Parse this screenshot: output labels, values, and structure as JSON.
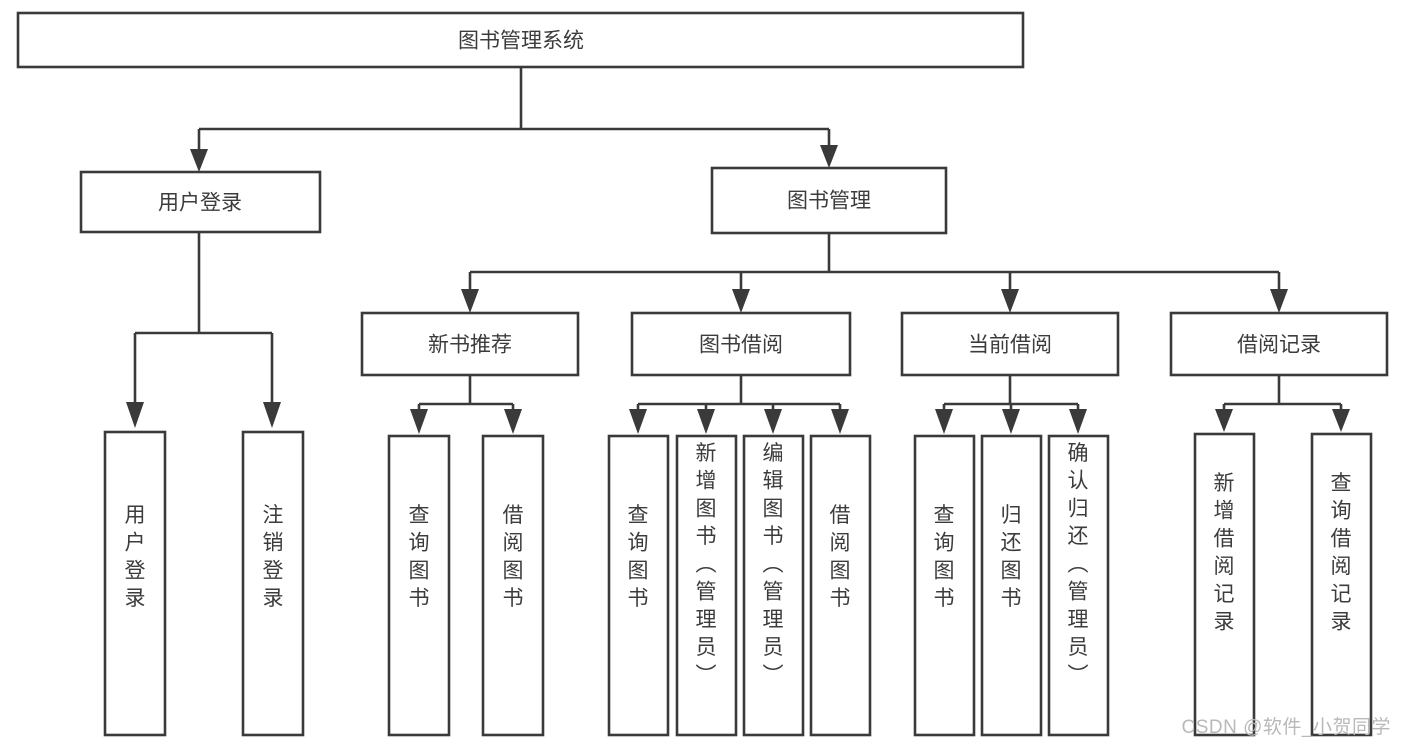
{
  "diagram": {
    "type": "tree-hierarchy-flowchart",
    "title": "图书管理系统",
    "watermark": "CSDN @软件_小贺同学",
    "colors": {
      "stroke": "#3a3a3a",
      "box_fill": "#ffffff",
      "text": "#3c3c3c",
      "background": "#ffffff",
      "watermark": "#b9b9b9"
    },
    "levels": {
      "root": {
        "label": "图书管理系统"
      },
      "level2": [
        {
          "id": "user-login",
          "label": "用户登录"
        },
        {
          "id": "book-management",
          "label": "图书管理"
        }
      ],
      "level3": [
        {
          "id": "new-book-recommend",
          "label": "新书推荐",
          "parent": "book-management"
        },
        {
          "id": "book-borrow",
          "label": "图书借阅",
          "parent": "book-management"
        },
        {
          "id": "current-borrow",
          "label": "当前借阅",
          "parent": "book-management"
        },
        {
          "id": "borrow-record",
          "label": "借阅记录",
          "parent": "book-management"
        }
      ],
      "leaves": [
        {
          "id": "leaf-user-login",
          "label": "用户登录",
          "parent": "user-login"
        },
        {
          "id": "leaf-logout-login",
          "label": "注销登录",
          "parent": "user-login"
        },
        {
          "id": "leaf-query-book-1",
          "label": "查询图书",
          "parent": "new-book-recommend"
        },
        {
          "id": "leaf-borrow-book-1",
          "label": "借阅图书",
          "parent": "new-book-recommend"
        },
        {
          "id": "leaf-query-book-2",
          "label": "查询图书",
          "parent": "book-borrow"
        },
        {
          "id": "leaf-add-book",
          "label": "新增图书（管理员）",
          "parent": "book-borrow"
        },
        {
          "id": "leaf-edit-book",
          "label": "编辑图书（管理员）",
          "parent": "book-borrow"
        },
        {
          "id": "leaf-borrow-book-2",
          "label": "借阅图书",
          "parent": "book-borrow"
        },
        {
          "id": "leaf-query-book-3",
          "label": "查询图书",
          "parent": "current-borrow"
        },
        {
          "id": "leaf-return-book",
          "label": "归还图书",
          "parent": "current-borrow"
        },
        {
          "id": "leaf-confirm-return",
          "label": "确认归还（管理员）",
          "parent": "current-borrow"
        },
        {
          "id": "leaf-add-record",
          "label": "新增借阅记录",
          "parent": "borrow-record"
        },
        {
          "id": "leaf-query-record",
          "label": "查询借阅记录",
          "parent": "borrow-record"
        }
      ]
    }
  }
}
